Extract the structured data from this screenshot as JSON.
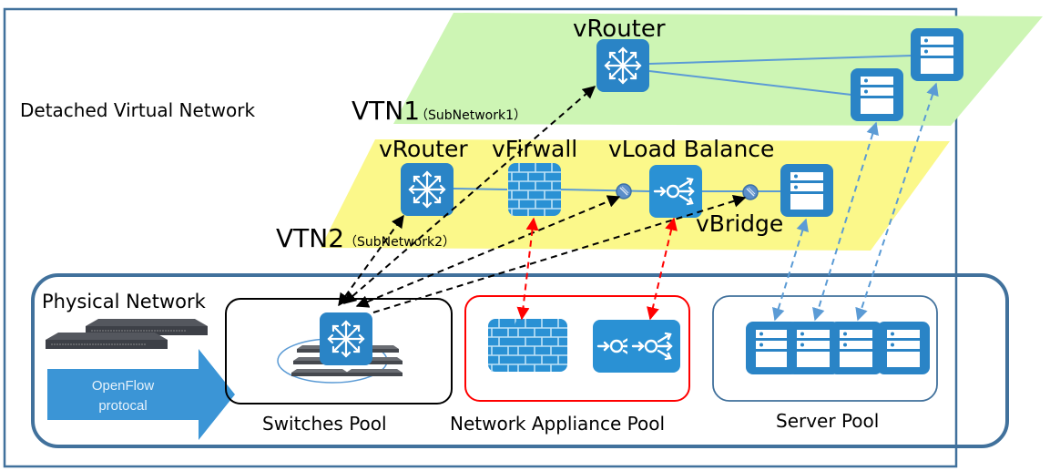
{
  "title": "Detached Virtual Network",
  "vtn1": {
    "name": "VTN1",
    "subnet": "（SubNetwork1）",
    "router_label": "vRouter"
  },
  "vtn2": {
    "name": "VTN2",
    "subnet": "（SubNetwork2）",
    "router_label": "vRouter",
    "firewall_label": "vFirwall",
    "lb_label": "vLoad Balance",
    "bridge_label": "vBridge"
  },
  "physical": {
    "title": "Physical Network",
    "arrow_line1": "OpenFlow",
    "arrow_line2": "protocal",
    "switches_pool": "Switches Pool",
    "appliance_pool": "Network Appliance Pool",
    "server_pool": "Server Pool"
  },
  "colors": {
    "frame": "#41719c",
    "vtn1_plane": "#cdf5b4",
    "vtn2_plane": "#fbf88a",
    "icon_blue": "#2a84c6",
    "link_blue": "#5b9bd5",
    "appliance_border": "#ff0000",
    "arrow_fill": "#3b95d6"
  }
}
